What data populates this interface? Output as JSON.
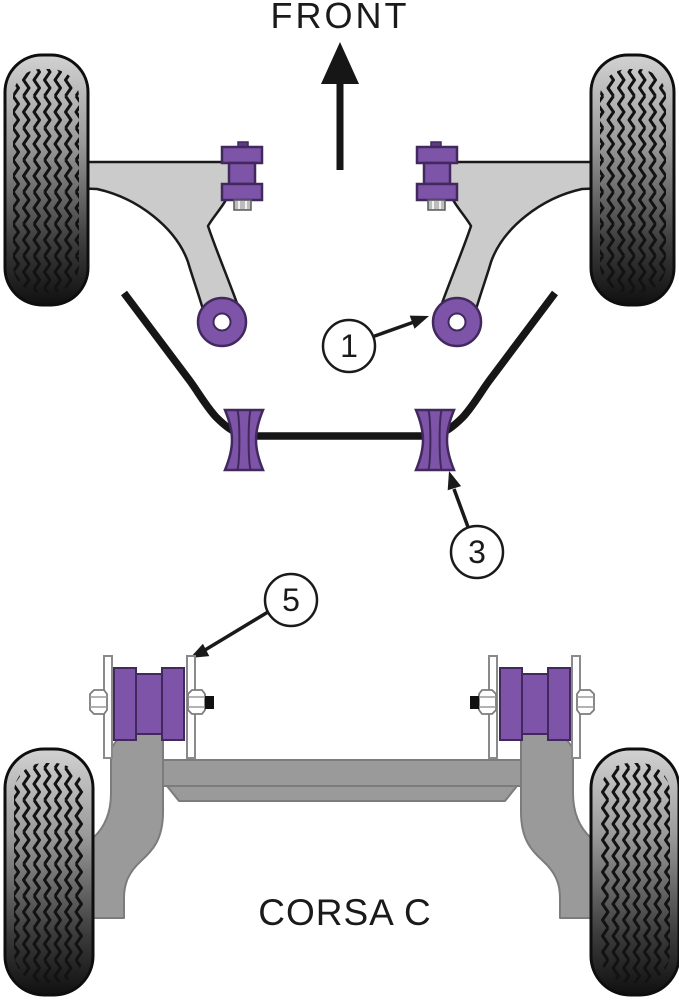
{
  "diagram": {
    "front_label": "FRONT",
    "model_label": "CORSA C",
    "front_direction_icon": "arrow-up",
    "callouts": [
      {
        "number": "1",
        "target": "front-arm-rear-bushing"
      },
      {
        "number": "3",
        "target": "anti-roll-bar-bushing"
      },
      {
        "number": "5",
        "target": "rear-beam-front-mount-bushing"
      }
    ],
    "colors": {
      "bushing_purple": "#7d54a8",
      "bushing_outline": "#41295e",
      "front_arm_gray": "#cbcbcb",
      "rear_metal_gray": "#9a9a9b",
      "outline_black": "#1a1a1a",
      "background": "#ffffff"
    }
  }
}
